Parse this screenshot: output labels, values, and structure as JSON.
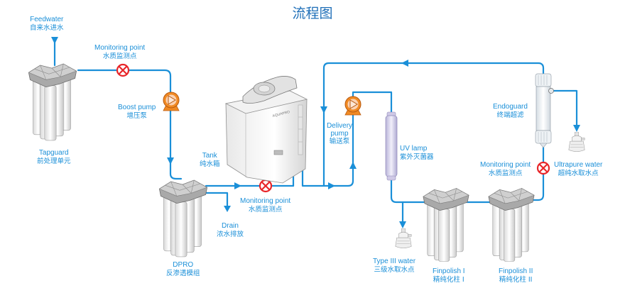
{
  "title": "流程图",
  "colors": {
    "pipe": "#1a8fd8",
    "label": "#1a8fd8",
    "title": "#1f6fb8",
    "valve": "#e8262a",
    "pump": "#f08a24"
  },
  "components": {
    "feedwater": {
      "en": "Feedwater",
      "zh": "自来水进水"
    },
    "monitoring_1": {
      "en": "Monitoring point",
      "zh": "水质监测点"
    },
    "tapguard": {
      "en": "Tapguard",
      "zh": "前处理单元"
    },
    "boost_pump": {
      "en": "Boost pump",
      "zh": "增压泵"
    },
    "tank": {
      "en": "Tank",
      "zh": "纯水箱",
      "brand": "AQUAPRO"
    },
    "dpro": {
      "en": "DPRO",
      "zh": "反渗透模组"
    },
    "drain": {
      "en": "Drain",
      "zh": "浓水排放"
    },
    "monitoring_2": {
      "en": "Monitoring point",
      "zh": "水质监测点"
    },
    "delivery_pump": {
      "en": "Delivery pump",
      "zh": "输送泵"
    },
    "uv_lamp": {
      "en": "UV lamp",
      "zh": "紫外灭菌器"
    },
    "type3_water": {
      "en": "Type III water",
      "zh": "三级水取水点"
    },
    "finpolish_1": {
      "en": "Finpolish I",
      "zh": "精纯化柱 I"
    },
    "finpolish_2": {
      "en": "Finpolish II",
      "zh": "精纯化柱 II"
    },
    "endoguard": {
      "en": "Endoguard",
      "zh": "终端超滤"
    },
    "monitoring_3": {
      "en": "Monitoring point",
      "zh": "水质监测点"
    },
    "ultrapure_water": {
      "en": "Ultrapure water",
      "zh": "超纯水取水点"
    }
  }
}
